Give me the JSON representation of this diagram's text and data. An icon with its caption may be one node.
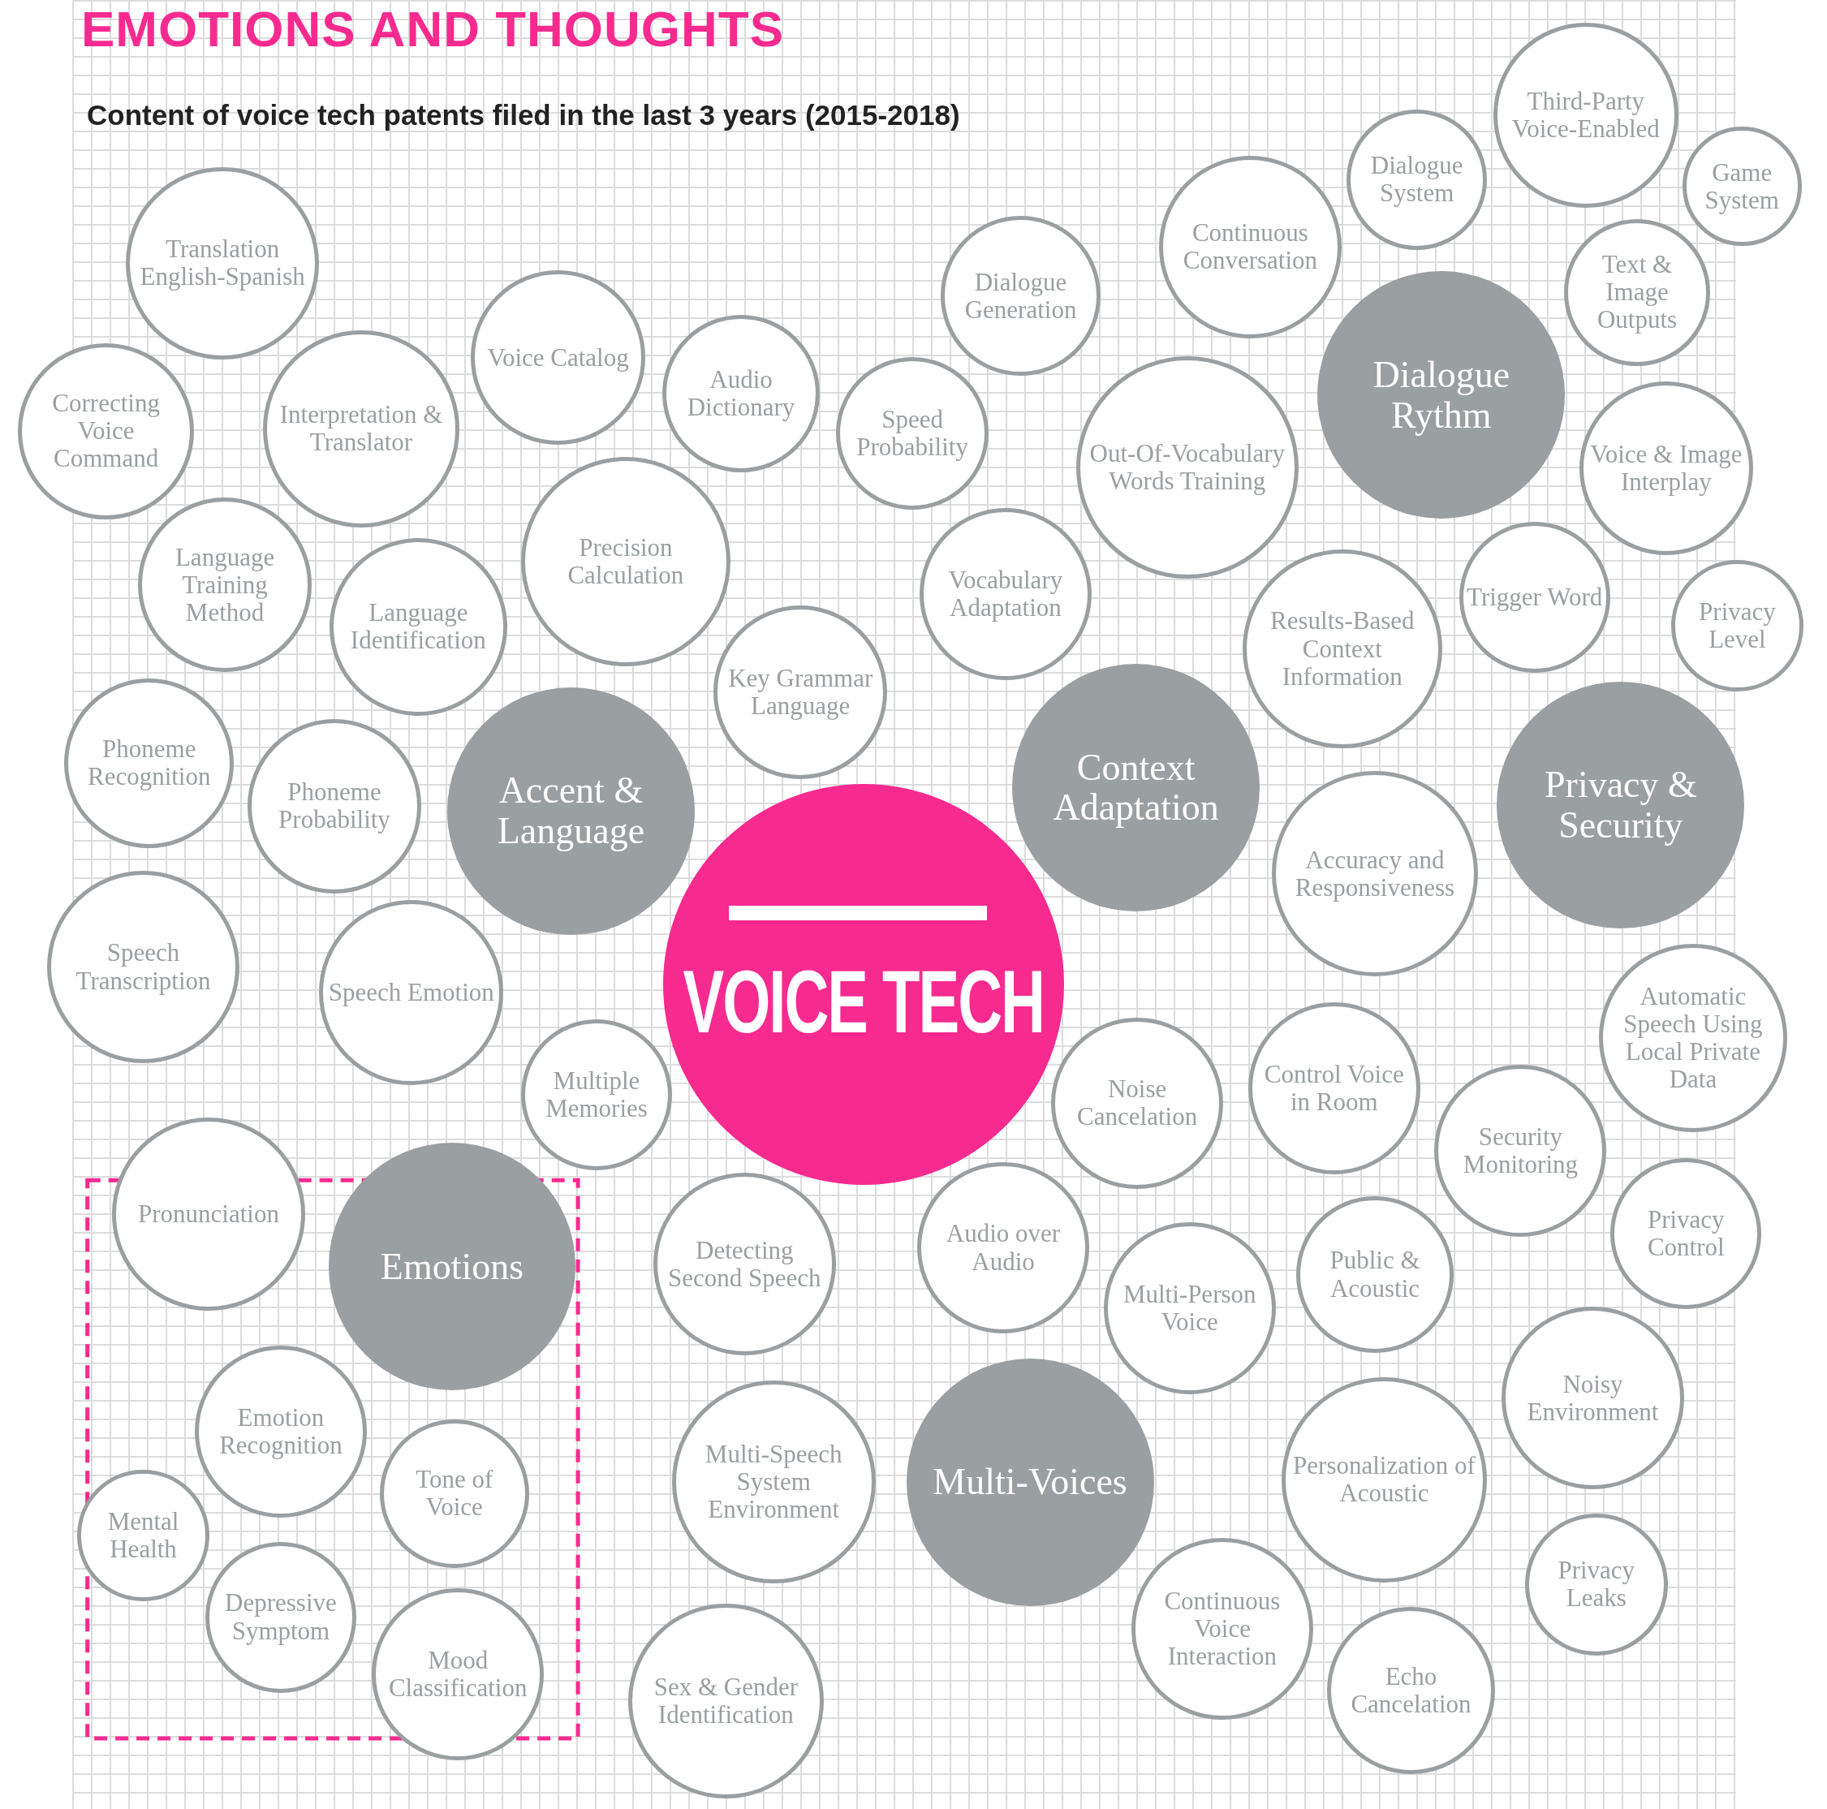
{
  "diagram": {
    "title": "EMOTIONS AND THOUGHTS",
    "caption": "Content of voice tech patents filed in the last 3 years (2015-2018)",
    "nodes": [
      {
        "text": [
          "Translation English-Spanish"
        ]
      },
      {
        "text": [
          "Correcting Voice Command"
        ]
      },
      {
        "text": [
          "Interpretation & Translator"
        ]
      },
      {
        "text": [
          "Voice Catalog"
        ]
      },
      {
        "text": [
          "Audio Dictionary"
        ]
      },
      {
        "text": [
          "Speed Probability"
        ]
      },
      {
        "text": [
          "Dialogue Generation"
        ]
      },
      {
        "text": [
          "Continuous Conversation"
        ]
      },
      {
        "text": [
          "Dialogue System"
        ]
      },
      {
        "text": [
          "Third-Party Voice-Enabled"
        ]
      },
      {
        "text": [
          "Game System"
        ]
      },
      {
        "text": [
          "Text & Image Outputs"
        ]
      },
      {
        "text": [
          "Dialogue Rythm"
        ]
      },
      {
        "text": [
          "Voice & Image Interplay"
        ]
      },
      {
        "text": [
          "Out-Of-Vocabulary Words Training"
        ]
      },
      {
        "text": [
          "Language Training Method"
        ]
      },
      {
        "text": [
          "Language Identification"
        ]
      },
      {
        "text": [
          "Precision Calculation"
        ]
      },
      {
        "text": [
          "Vocabulary Adaptation"
        ]
      },
      {
        "text": [
          "Results-Based Context Information"
        ]
      },
      {
        "text": [
          "Trigger Word"
        ]
      },
      {
        "text": [
          "Privacy Level"
        ]
      },
      {
        "text": [
          "Key Grammar Language"
        ]
      },
      {
        "text": [
          "Phoneme Recognition"
        ]
      },
      {
        "text": [
          "Phoneme Probability"
        ]
      },
      {
        "text": [
          "Accent & Language"
        ]
      },
      {
        "text": [
          "Context Adaptation"
        ]
      },
      {
        "text": [
          "Privacy & Security"
        ]
      },
      {
        "text": [
          "Accuracy and Responsiveness"
        ]
      },
      {
        "text": [
          "VOICE TECH"
        ]
      },
      {
        "text": [
          "Speech Transcription"
        ]
      },
      {
        "text": [
          "Speech Emotion"
        ]
      },
      {
        "text": [
          "Automatic Speech Using Local Private Data"
        ]
      },
      {
        "text": [
          "Multiple Memories"
        ]
      },
      {
        "text": [
          "Noise Cancelation"
        ]
      },
      {
        "text": [
          "Control Voice in Room"
        ]
      },
      {
        "text": [
          "Security Monitoring"
        ]
      },
      {
        "text": [
          "Pronunciation"
        ]
      },
      {
        "text": [
          "Emotions"
        ]
      },
      {
        "text": [
          "Detecting Second Speech"
        ]
      },
      {
        "text": [
          "Audio over Audio"
        ]
      },
      {
        "text": [
          "Privacy Control"
        ]
      },
      {
        "text": [
          "Multi-Person Voice"
        ]
      },
      {
        "text": [
          "Public & Acoustic"
        ]
      },
      {
        "text": [
          "Noisy Environment"
        ]
      },
      {
        "text": [
          "Emotion Recognition"
        ]
      },
      {
        "text": [
          "Tone of Voice"
        ]
      },
      {
        "text": [
          "Mental Health"
        ]
      },
      {
        "text": [
          "Multi-Speech System Environment"
        ]
      },
      {
        "text": [
          "Multi-Voices"
        ]
      },
      {
        "text": [
          "Personalization of Acoustic"
        ]
      },
      {
        "text": [
          "Depressive Symptom"
        ]
      },
      {
        "text": [
          "Privacy Leaks"
        ]
      },
      {
        "text": [
          "Mood Classification"
        ]
      },
      {
        "text": [
          "Continuous Voice Interaction"
        ]
      },
      {
        "text": [
          "Echo Cancelation"
        ]
      },
      {
        "text": [
          "Sex & Gender Identification"
        ]
      }
    ]
  }
}
